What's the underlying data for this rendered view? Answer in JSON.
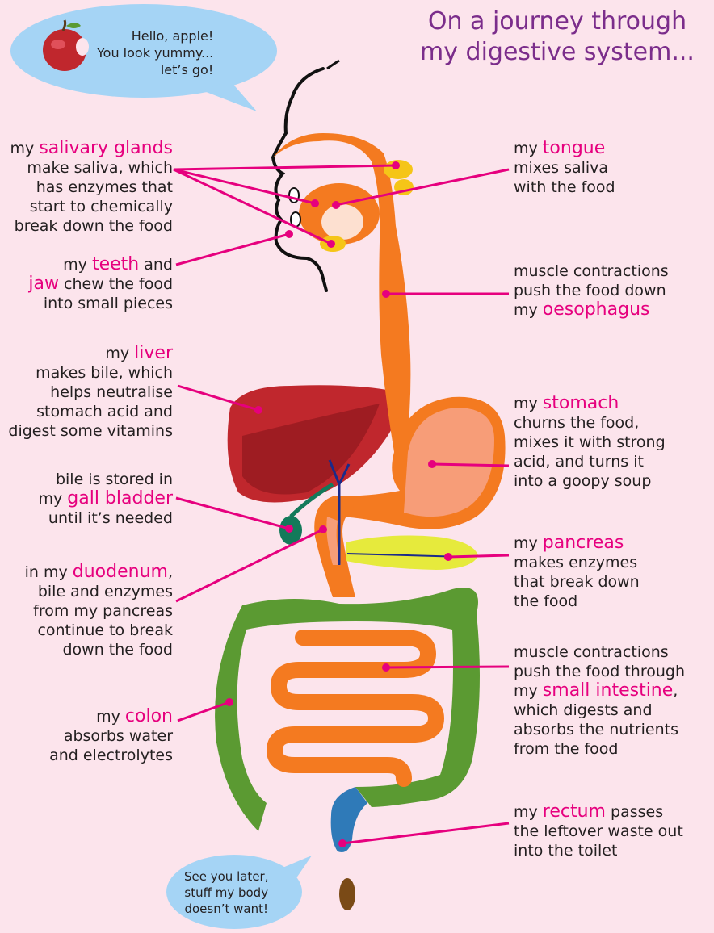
{
  "title": {
    "line1": "On a journey through",
    "line2": "my digestive system..."
  },
  "speech_top": {
    "line1": "Hello, apple!",
    "line2": "You look yummy...",
    "line3": "let’s go!"
  },
  "speech_bottom": {
    "line1": "See you later,",
    "line2": "stuff my body",
    "line3": "doesn’t want!"
  },
  "labels": {
    "salivary": {
      "pre": "my ",
      "highlight": "salivary glands",
      "line2": "make saliva, which",
      "line3": "has enzymes that",
      "line4": "start to chemically",
      "line5": "break down the food"
    },
    "teeth": {
      "pre": "my ",
      "highlight1": "teeth",
      "mid": " and",
      "highlight2": "jaw",
      "line2_rest": " chew the food",
      "line3": "into small pieces"
    },
    "liver": {
      "pre": "my ",
      "highlight": "liver",
      "line2": "makes bile, which",
      "line3": "helps neutralise",
      "line4": "stomach acid and",
      "line5": "digest some vitamins"
    },
    "gall": {
      "line1": "bile is stored in",
      "pre": "my ",
      "highlight": "gall bladder",
      "line3": "until it’s needed"
    },
    "duodenum": {
      "pre": "in my ",
      "highlight": "duodenum",
      "post": ",",
      "line2": "bile and enzymes",
      "line3": "from my pancreas",
      "line4": "continue to break",
      "line5": "down the food"
    },
    "colon": {
      "pre": "my ",
      "highlight": "colon",
      "line2": "absorbs water",
      "line3": "and electrolytes"
    },
    "tongue": {
      "pre": "my ",
      "highlight": "tongue",
      "line2": "mixes saliva",
      "line3": "with the food"
    },
    "oesophagus": {
      "line1": "muscle contractions",
      "line2": "push the food down",
      "pre": "my ",
      "highlight": "oesophagus"
    },
    "stomach": {
      "pre": "my ",
      "highlight": "stomach",
      "line2": "churns the food,",
      "line3": "mixes it with strong",
      "line4": "acid, and turns it",
      "line5": "into a goopy soup"
    },
    "pancreas": {
      "pre": "my ",
      "highlight": "pancreas",
      "line2": "makes enzymes",
      "line3": "that break down",
      "line4": "the food"
    },
    "small_intestine": {
      "line1": "muscle contractions",
      "line2": "push the food through",
      "pre": "my ",
      "highlight": "small intestine",
      "post": ",",
      "line4": "which digests and",
      "line5": "absorbs the nutrients",
      "line6": "from the food"
    },
    "rectum": {
      "pre": "my ",
      "highlight": "rectum",
      "post": " passes",
      "line2": "the leftover waste out",
      "line3": "into the toilet"
    }
  },
  "colors": {
    "background": "#fce4ec",
    "title": "#7b2d8b",
    "highlight": "#e6007e",
    "bubble": "#a5d4f5",
    "tract": "#f47a20",
    "liver": "#c0272d",
    "stomach": "#f79d78",
    "colon": "#5b9a32",
    "pancreas": "#e6ea3c"
  }
}
